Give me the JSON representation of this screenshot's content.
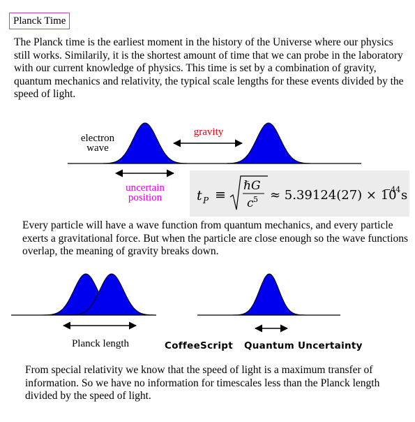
{
  "title": "Planck Time",
  "paragraphs": {
    "intro": "The Planck time is the earliest moment in the history of the Universe where our physics still works.  Similarily, it is the shortest amount of time that we can probe in the laboratory with our current knowledge of physics.  This time is set by a combination of gravity, quantum mechanics and relativity, the typical scale lengths for these events divided by the speed of light.",
    "middle": "Every particle will have a wave function from quantum mechanics, and every particle exerts a gravitational force.  But when the particle are close enough so the wave functions overlap, the meaning of gravity breaks down.",
    "closing": "From special relativity we know that the speed of light is a maximum transfer of information.  So we have no information for timescales less than the Planck length divided by the speed of light."
  },
  "diagram_top": {
    "label_electron": "electron",
    "label_wave": "wave",
    "label_gravity": "gravity",
    "label_uncertain": "uncertain",
    "label_position": "position"
  },
  "formula": {
    "lhs": "t",
    "lhs_sub": "P",
    "equiv": "≡",
    "num": "ℏG",
    "den": "c",
    "den_exp": "5",
    "approx": "≈ 5.39124(27) × 10",
    "exp": "−44",
    "unit": "s"
  },
  "diagram_bottom": {
    "label_planck_length": "Planck length",
    "label_coffeescript": "CoffeeScript",
    "label_quantum_uncertainty": "Quantum Uncertainty"
  },
  "colors": {
    "wave_fill": "#0000ee",
    "gravity_text": "#e00000",
    "uncertain_text": "#e000e0",
    "title_border": "#c040c0",
    "formula_bg": "#ececec"
  }
}
